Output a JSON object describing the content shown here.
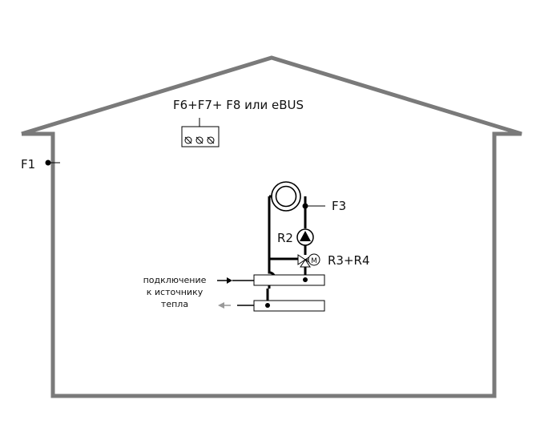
{
  "labels": {
    "f1": "F1",
    "f3": "F3",
    "r2": "R2",
    "r3r4": "R3+R4",
    "f6_title": "F6+F7+ F8 или eBUS",
    "motor": "M",
    "heat_source_line1": "подключение",
    "heat_source_line2": "к источнику",
    "heat_source_line3": "тепла"
  },
  "colors": {
    "house_outline": "#7a7a7a",
    "pipe": "#000000",
    "return_arrow": "#999999"
  },
  "icons": {
    "thermostat": [
      "thermostat-icon",
      "thermostat-icon",
      "thermostat-icon"
    ],
    "radiator": "radiator-icon",
    "pump": "pump-icon",
    "mixing_valve": "mixing-valve-icon",
    "motor": "motor-icon"
  }
}
